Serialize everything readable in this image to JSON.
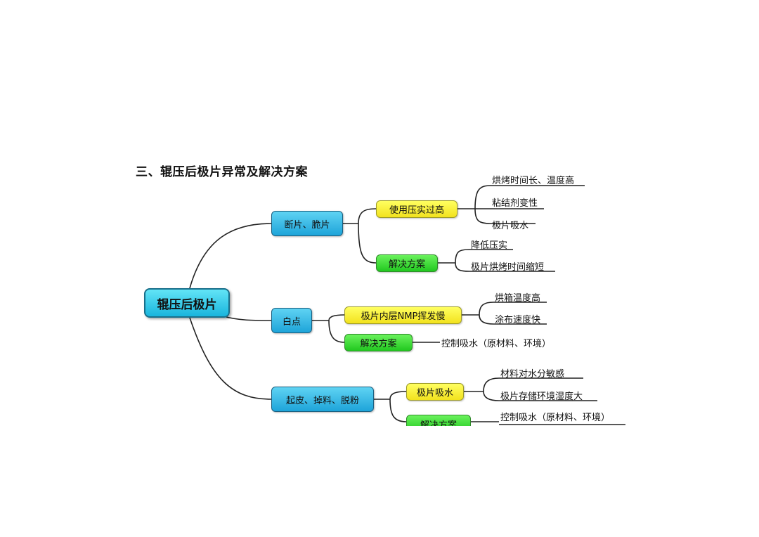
{
  "heading": "三、辊压后极片异常及解决方案",
  "root": "辊压后极片",
  "branches": [
    {
      "label": "断片、脆片",
      "children": [
        {
          "label": "使用压实过高",
          "leaves": [
            "烘烤时间长、温度高",
            "粘结剂变性",
            "极片吸水"
          ]
        },
        {
          "label": "解决方案",
          "leaves": [
            "降低压实",
            "极片烘烤时间缩短"
          ]
        }
      ]
    },
    {
      "label": "白点",
      "children": [
        {
          "label": "极片内层NMP挥发慢",
          "leaves": [
            "烘箱温度高",
            "涂布速度快"
          ]
        },
        {
          "label": "解决方案",
          "leaves": [
            "控制吸水（原材料、环境）"
          ]
        }
      ]
    },
    {
      "label": "起皮、掉料、脱粉",
      "children": [
        {
          "label": "极片吸水",
          "leaves": [
            "材料对水分敏感",
            "极片存储环境湿度大"
          ]
        },
        {
          "label": "解决方案",
          "leaves": [
            "控制吸水（原材料、环境）"
          ]
        }
      ]
    }
  ],
  "colors": {
    "root": "#2cc4e6",
    "level1": "#2fb0e0",
    "cause": "#f6e93a",
    "solution": "#3fdc35",
    "line": "#222222"
  }
}
